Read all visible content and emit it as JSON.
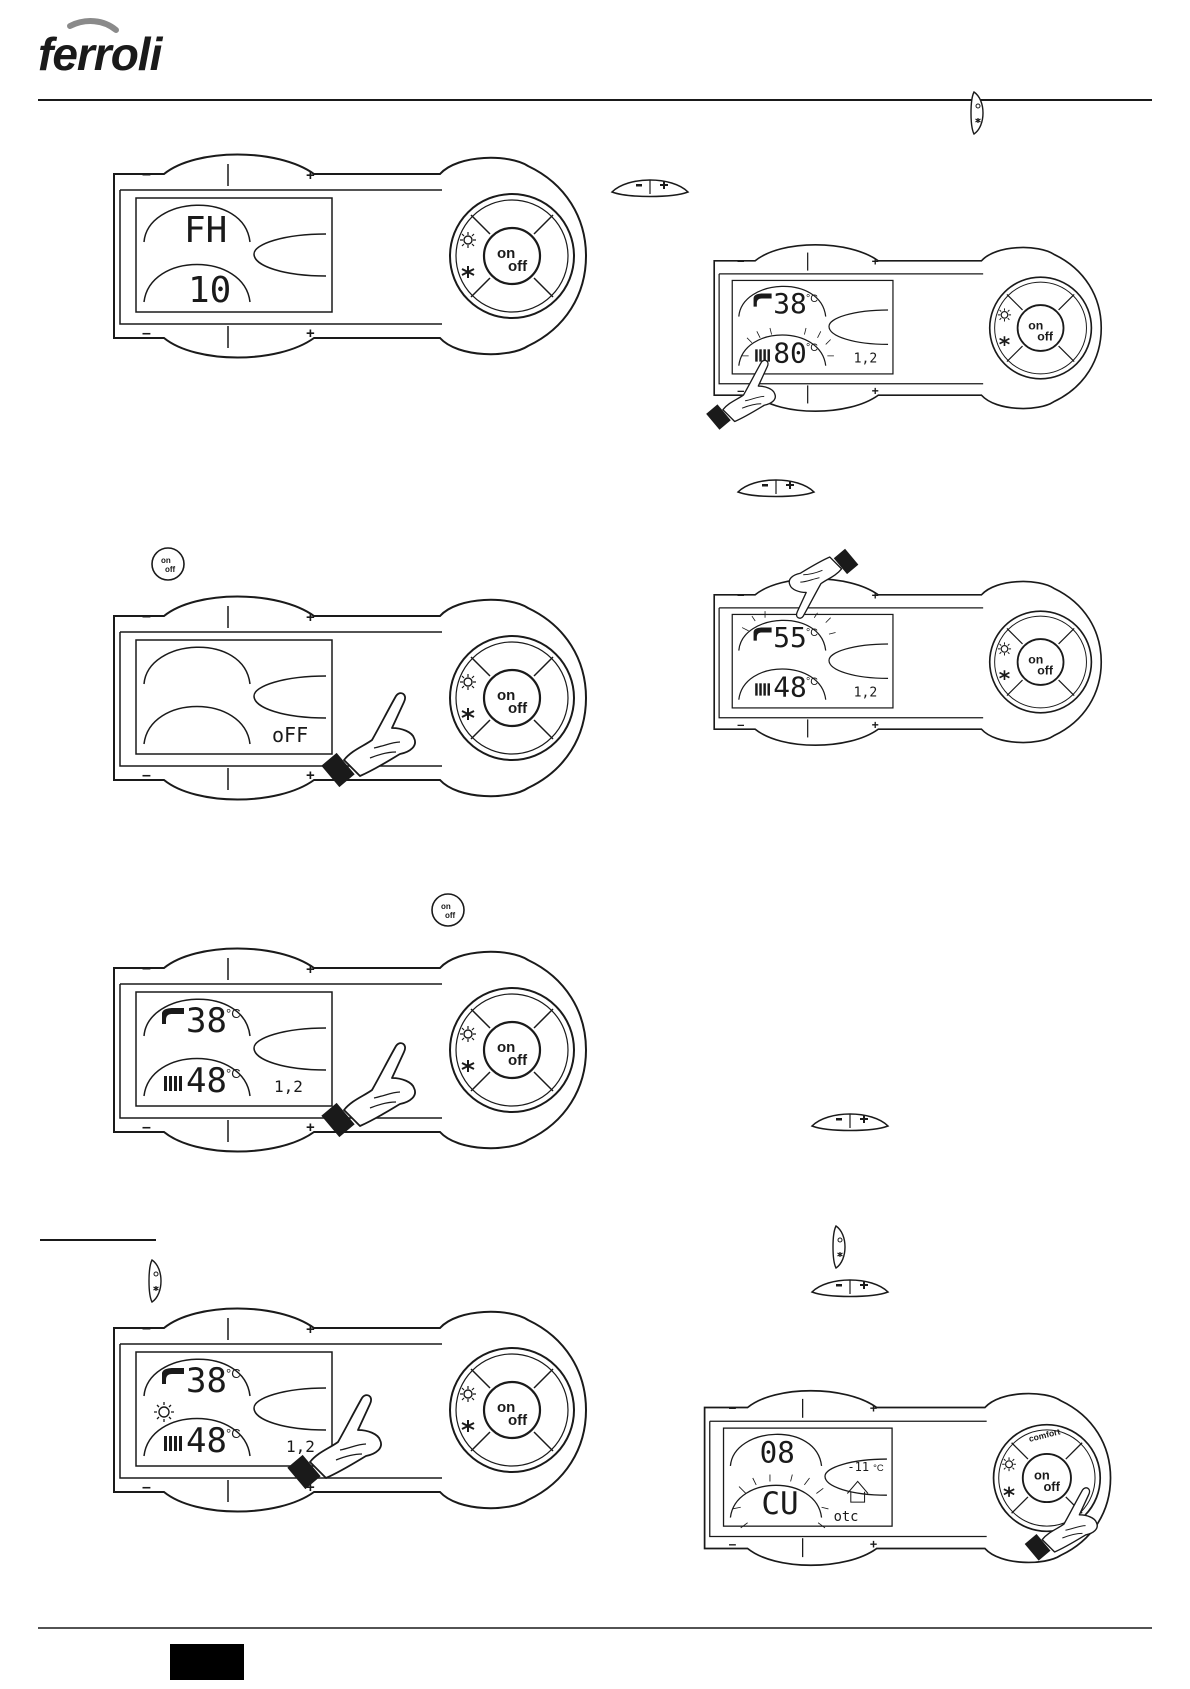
{
  "brand": "ferroli",
  "panels": {
    "p1": {
      "top_value": "FH",
      "bottom_value": "10",
      "side_text": ""
    },
    "p2": {
      "top_value": "",
      "bottom_value": "",
      "side_text": "oFF"
    },
    "p3": {
      "top_value": "38",
      "bottom_value": "48",
      "side_text": "1,2"
    },
    "p4": {
      "top_value": "38",
      "bottom_value": "48",
      "side_text": "1,2"
    },
    "p5": {
      "top_value": "38",
      "bottom_value": "80",
      "side_text": "1,2"
    },
    "p6": {
      "top_value": "55",
      "bottom_value": "48",
      "side_text": "1,2"
    },
    "p7": {
      "top_value": "08",
      "bottom_value": "CU",
      "side_text": "otc",
      "outdoor_temp": "-11"
    }
  },
  "labels": {
    "on": "on",
    "off": "off",
    "minus": "–",
    "plus": "+",
    "degree": "°C",
    "comfort": "comfort"
  },
  "colors": {
    "line": "#1a1a1a",
    "screen": "#ffffff"
  }
}
